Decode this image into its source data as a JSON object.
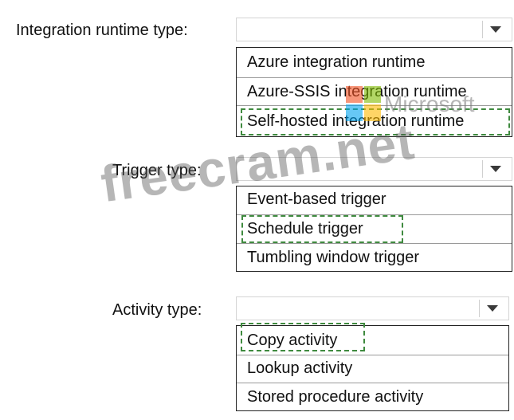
{
  "sections": [
    {
      "label": "Integration runtime type:",
      "options": [
        "Azure integration runtime",
        "Azure-SSIS integration runtime",
        "Self-hosted integration runtime"
      ],
      "highlighted": "Self-hosted integration runtime"
    },
    {
      "label": "Trigger type:",
      "options": [
        "Event-based trigger",
        "Schedule trigger",
        "Tumbling window trigger"
      ],
      "highlighted": "Schedule trigger"
    },
    {
      "label": "Activity type:",
      "options": [
        "Copy activity",
        "Lookup activity",
        "Stored procedure activity"
      ],
      "highlighted": "Copy activity"
    }
  ],
  "watermark": {
    "site": "freecram.net",
    "logo_text": "Microsoft",
    "logo_colors": [
      "#f25022",
      "#7fba00",
      "#00a4ef",
      "#ffb900"
    ]
  },
  "colors": {
    "highlight_dash": "#3f8a3f",
    "list_border": "#222222",
    "row_separator": "#9a9a9a"
  },
  "icons": {
    "dropdown": "chevron-down-icon"
  }
}
